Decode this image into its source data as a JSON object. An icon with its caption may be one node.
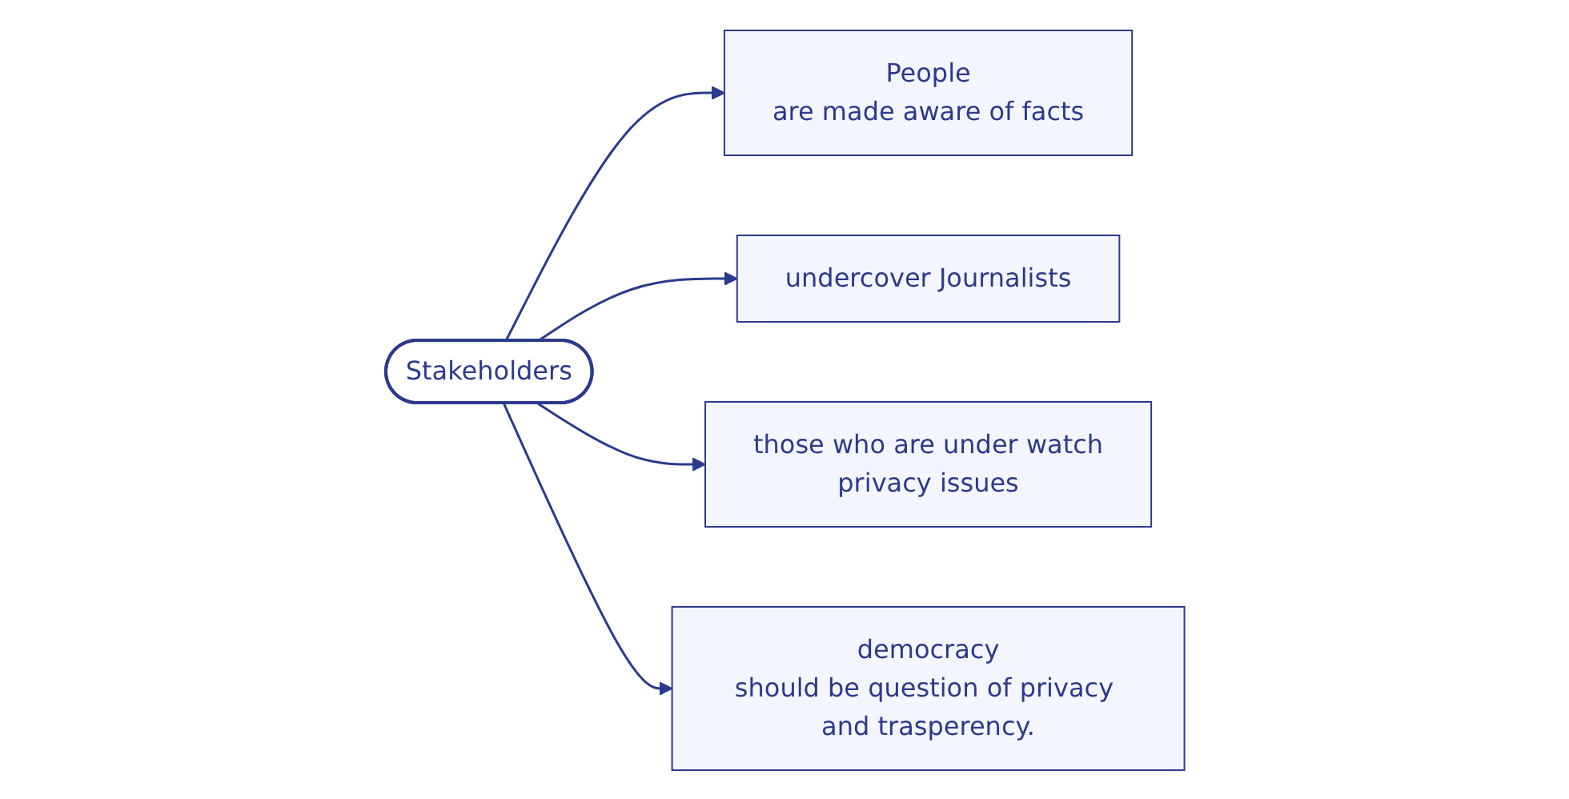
{
  "diagram": {
    "nodes": [
      {
        "text": [
          "Stakeholders"
        ]
      },
      {
        "text": [
          "People",
          "are made aware of facts"
        ]
      },
      {
        "text": [
          "undercover Journalists"
        ]
      },
      {
        "text": [
          "those who are under watch",
          "privacy issues"
        ]
      },
      {
        "text": [
          "democracy",
          "should be question of privacy and trasperency."
        ]
      }
    ],
    "edges": [
      {
        "from": 0,
        "to": 1,
        "arrow": "to"
      },
      {
        "from": 0,
        "to": 2,
        "arrow": "to"
      },
      {
        "from": 0,
        "to": 3,
        "arrow": "to"
      },
      {
        "from": 0,
        "to": 4,
        "arrow": "to"
      }
    ]
  }
}
